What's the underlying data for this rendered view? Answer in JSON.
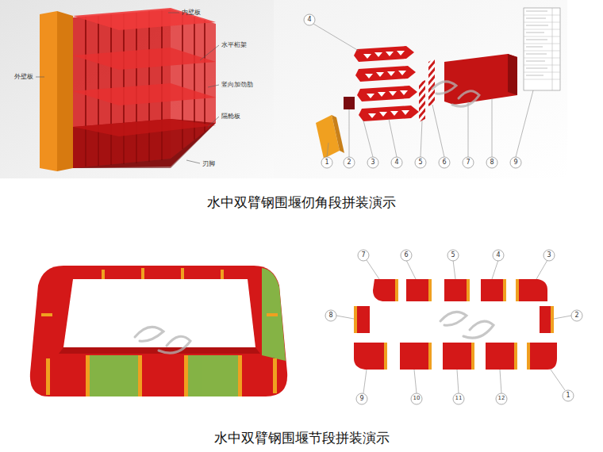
{
  "diagram": {
    "labels": [
      "水中双臂钢围堰仞角段拼装演示",
      "水中双臂钢围堰节段拼装演示",
      "外壁板",
      "内壁板",
      "水平桁架",
      "竖向加劲肋",
      "隔舱板",
      "刃脚",
      "1",
      "2",
      "3",
      "4",
      "5",
      "6",
      "7",
      "8",
      "9",
      "4",
      "7",
      "6",
      "5",
      "4",
      "3",
      "8",
      "2",
      "9",
      "10",
      "11",
      "12",
      "1"
    ]
  }
}
